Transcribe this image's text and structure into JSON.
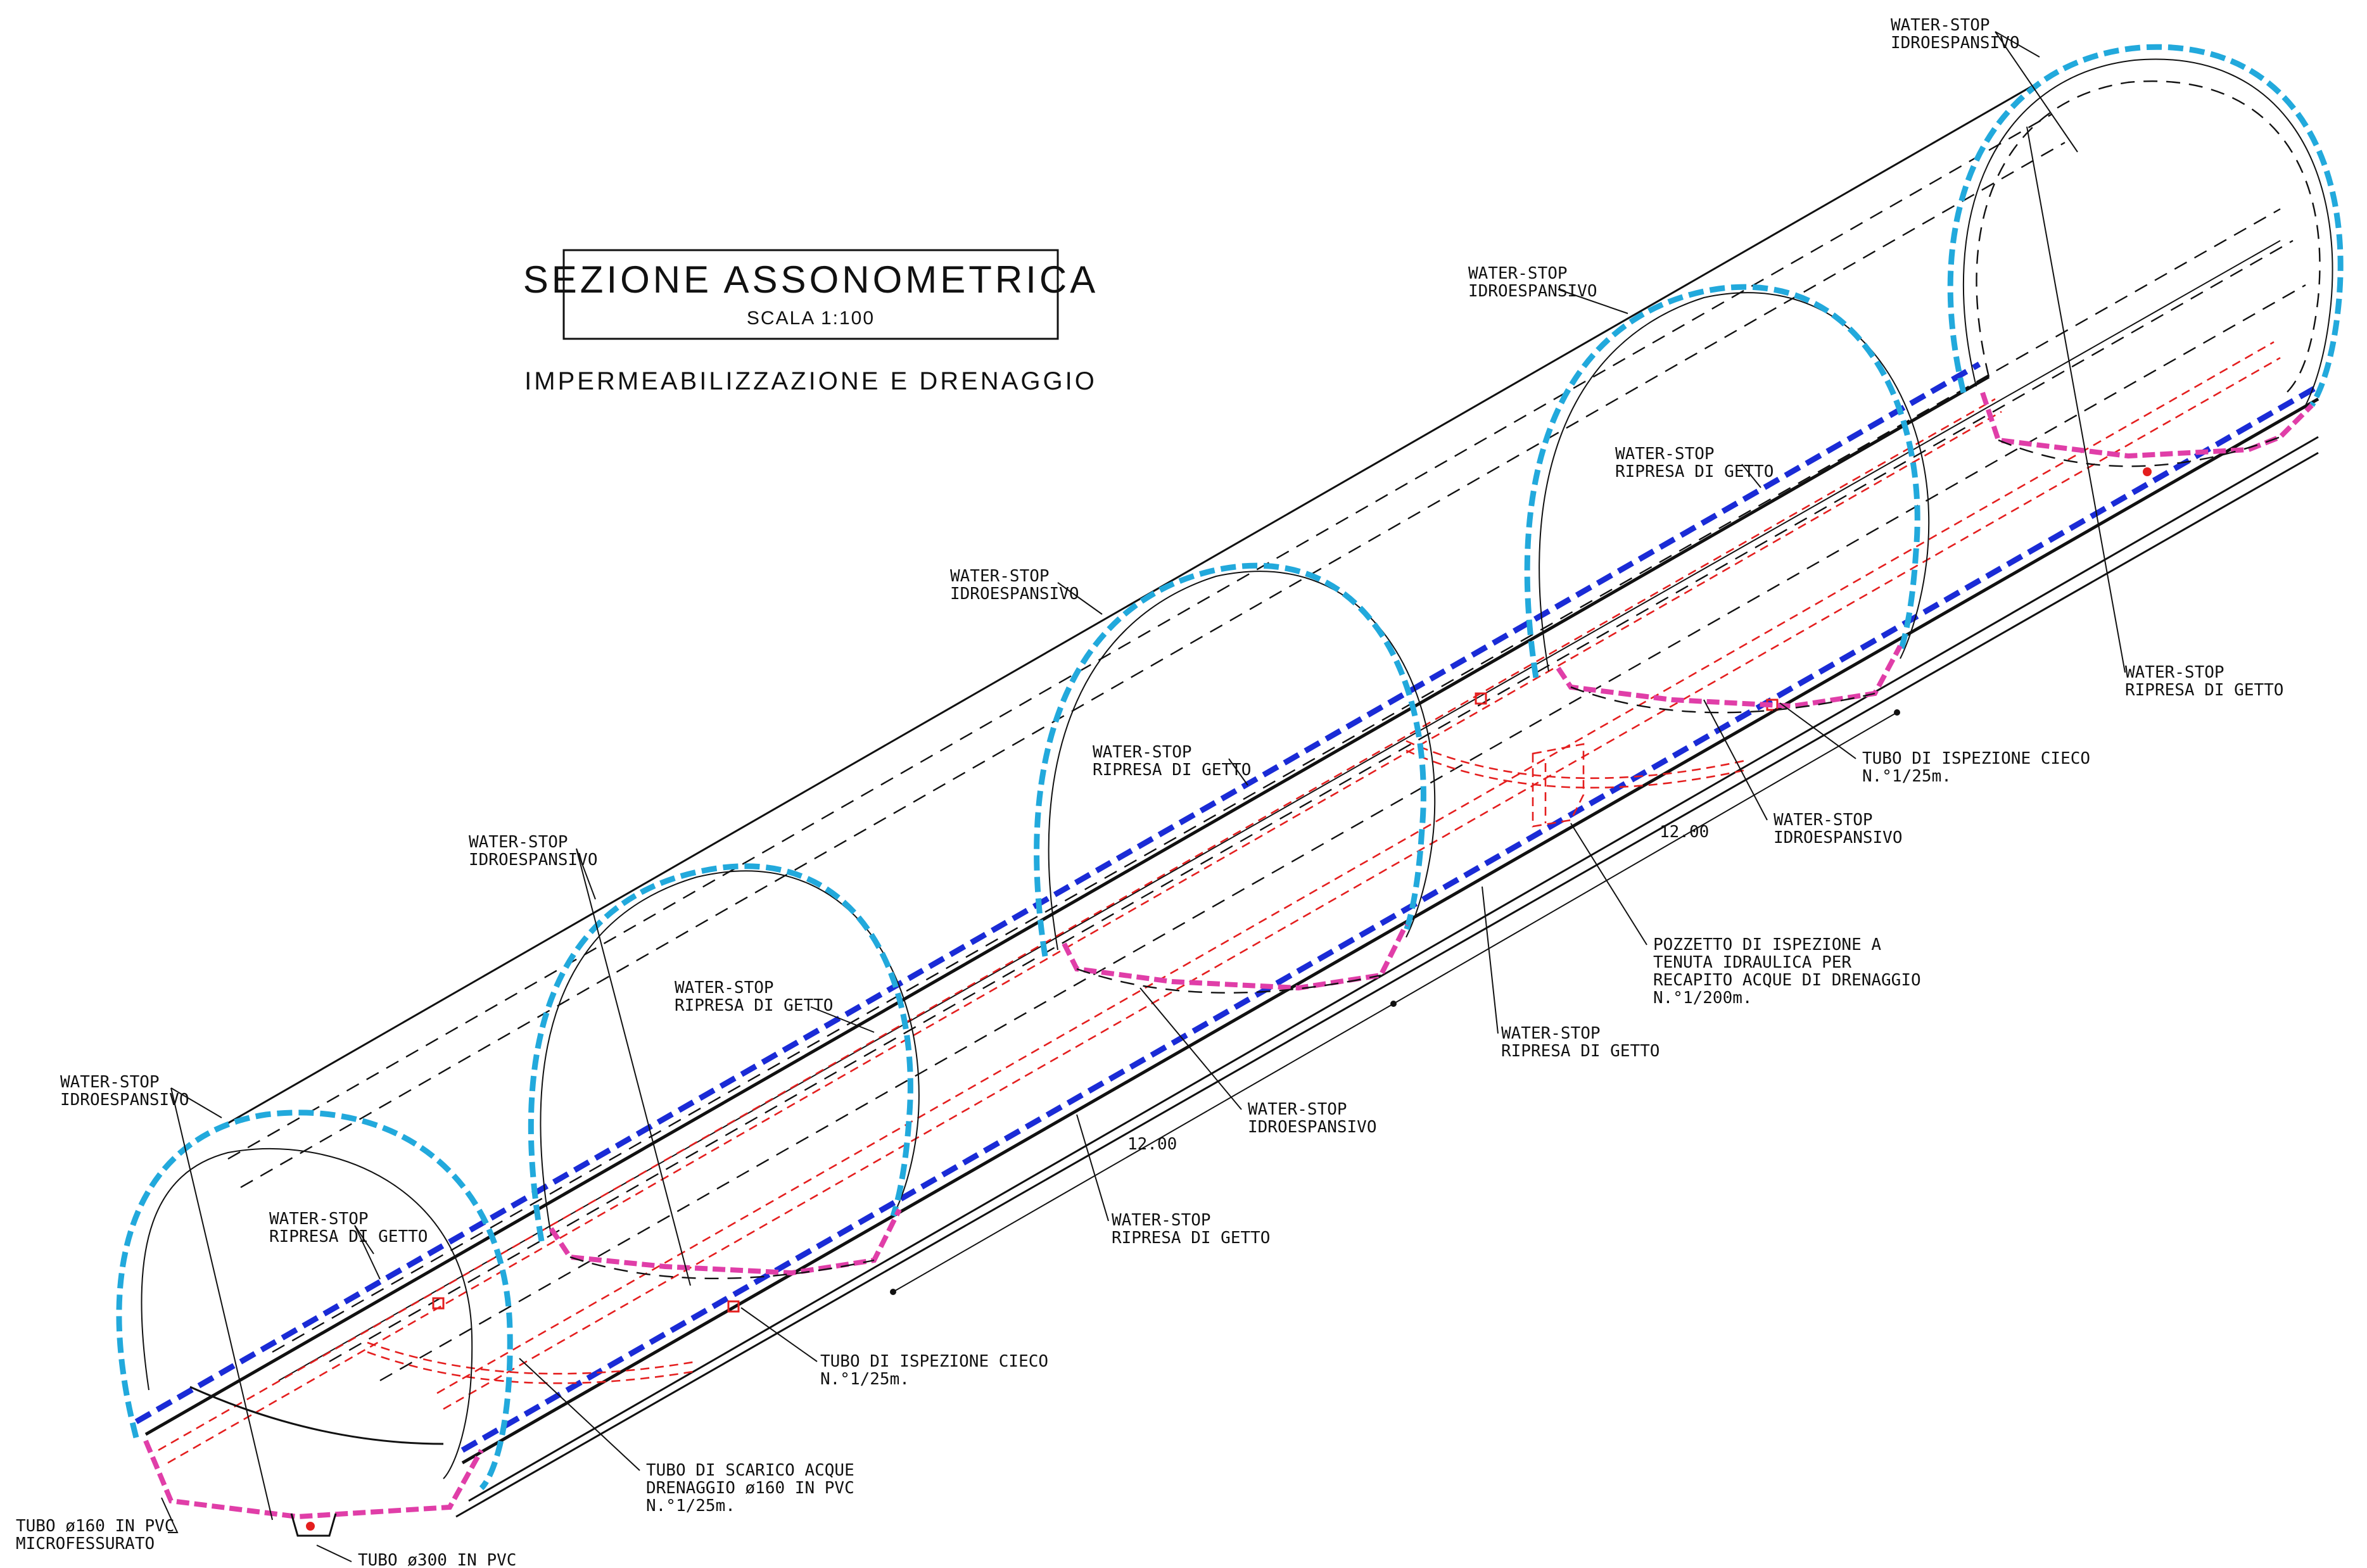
{
  "title": {
    "main": "SEZIONE ASSONOMETRICA",
    "scale": "SCALA 1:100",
    "subtitle": "IMPERMEABILIZZAZIONE E DRENAGGIO"
  },
  "labels": {
    "ws_idro_1a": "WATER-STOP",
    "ws_idro_1b": "IDROESPANSIVO",
    "ws_ripresa_1a": "WATER-STOP",
    "ws_ripresa_1b": "RIPRESA DI GETTO",
    "tubo160_a": "TUBO ø160 IN PVC",
    "tubo160_b": "MICROFESSURATO",
    "tubo300": "TUBO ø300 IN PVC",
    "ws_idro_2a": "WATER-STOP",
    "ws_idro_2b": "IDROESPANSIVO",
    "ws_ripresa_2a": "WATER-STOP",
    "ws_ripresa_2b": "RIPRESA DI GETTO",
    "tubo_isp_1a": "TUBO DI ISPEZIONE CIECO",
    "tubo_isp_1b": "N.°1/25m.",
    "tubo_scarico_a": "TUBO DI SCARICO ACQUE",
    "tubo_scarico_b": "DRENAGGIO ø160 IN PVC",
    "tubo_scarico_c": "N.°1/25m.",
    "ws_idro_3a": "WATER-STOP",
    "ws_idro_3b": "IDROESPANSIVO",
    "ws_ripresa_3a": "WATER-STOP",
    "ws_ripresa_3b": "RIPRESA DI GETTO",
    "ws_idro_4a": "WATER-STOP",
    "ws_idro_4b": "IDROESPANSIVO",
    "ws_ripresa_4a": "WATER-STOP",
    "ws_ripresa_4b": "RIPRESA DI GETTO",
    "ws_ripresa_5a": "WATER-STOP",
    "ws_ripresa_5b": "RIPRESA DI GETTO",
    "pozzetto_a": "POZZETTO DI ISPEZIONE A",
    "pozzetto_b": "TENUTA IDRAULICA PER",
    "pozzetto_c": "RECAPITO ACQUE DI DRENAGGIO",
    "pozzetto_d": "N.°1/200m.",
    "ws_idro_5a": "WATER-STOP",
    "ws_idro_5b": "IDROESPANSIVO",
    "ws_ripresa_6a": "WATER-STOP",
    "ws_ripresa_6b": "RIPRESA DI GETTO",
    "ws_idro_6a": "WATER-STOP",
    "ws_idro_6b": "IDROESPANSIVO",
    "tubo_isp_2a": "TUBO DI ISPEZIONE CIECO",
    "tubo_isp_2b": "N.°1/25m.",
    "ws_idro_7a": "WATER-STOP",
    "ws_idro_7b": "IDROESPANSIVO",
    "ws_ripresa_7a": "WATER-STOP",
    "ws_ripresa_7b": "RIPRESA DI GETTO"
  },
  "dimensions": {
    "segment_1": "12.00",
    "segment_2": "12.00"
  },
  "colors": {
    "waterstop_idroespansivo": "#22a9dc",
    "waterstop_ripresa": "#e03ea8",
    "impermeabilizzazione": "#1a2bd6",
    "drenaggio": "#e41e1e",
    "linework": "#111111"
  }
}
